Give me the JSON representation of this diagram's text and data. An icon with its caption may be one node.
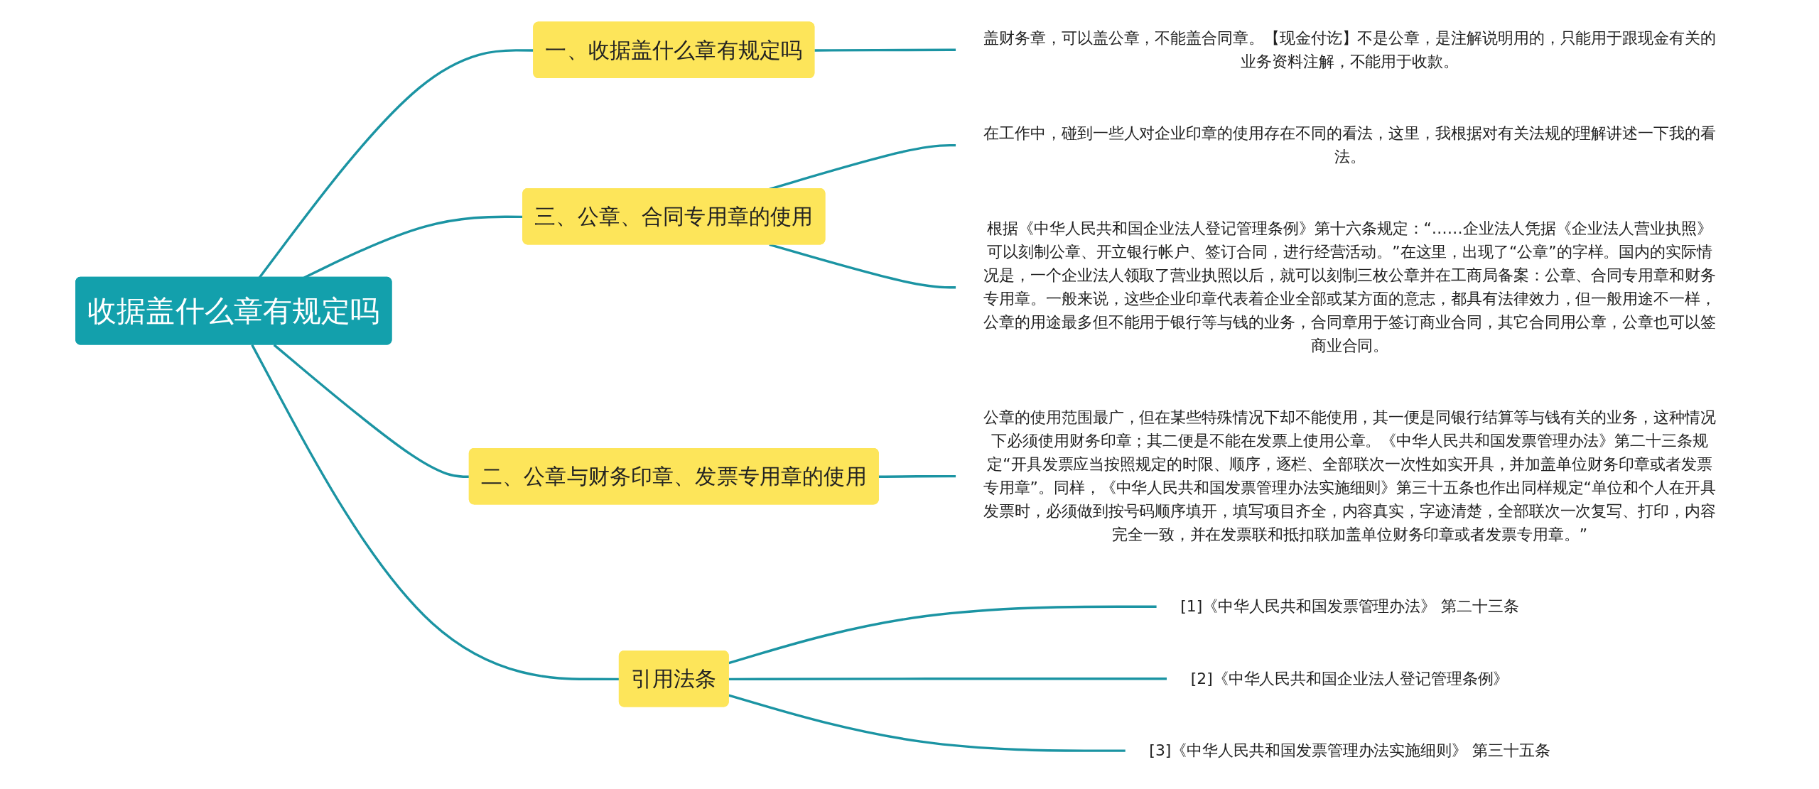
{
  "diagram": {
    "nodes": [
      {
        "text": [
          "收据盖什么章有规定吗"
        ]
      },
      {
        "text": [
          "一、收据盖什么章有规定吗"
        ]
      },
      {
        "text": [
          "盖财务章，可以盖公章，不能盖合同章。【现金付讫】不是公章，是注解说明用的，只能用于跟现金有关的业务资料注解，不能用于收款。"
        ]
      },
      {
        "text": [
          "三、公章、合同专用章的使用"
        ]
      },
      {
        "text": [
          "在工作中，碰到一些人对企业印章的使用存在不同的看法，这里，我根据对有关法规的理解讲述一下我的看法。"
        ]
      },
      {
        "text": [
          "根据《中华人民共和国企业法人登记管理条例》第十六条规定：“……企业法人凭据《企业法人营业执照》可以刻制公章、开立银行帐户、签订合同，进行经营活动。”在这里，出现了“公章”的字样。国内的实际情况是，一个企业法人领取了营业执照以后，就可以刻制三枚公章并在工商局备案：公章、合同专用章和财务专用章。一般来说，这些企业印章代表着企业全部或某方面的意志，都具有法律效力，但一般用途不一样，公章的用途最多但不能用于银行等与钱的业务，合同章用于签订商业合同，其它合同用公章，公章也可以签商业合同。"
        ]
      },
      {
        "text": [
          "二、公章与财务印章、发票专用章的使用"
        ]
      },
      {
        "text": [
          "公章的使用范围最广，但在某些特殊情况下却不能使用，其一便是同银行结算等与钱有关的业务，这种情况下必须使用财务印章；其二便是不能在发票上使用公章。《中华人民共和国发票管理办法》第二十三条规定“开具发票应当按照规定的时限、顺序，逐栏、全部联次一次性如实开具，并加盖单位财务印章或者发票专用章”。同样，《中华人民共和国发票管理办法实施细则》第三十五条也作出同样规定“单位和个人在开具发票时，必须做到按号码顺序填开，填写项目齐全，内容真实，字迹清楚，全部联次一次复写、打印，内容完全一致，并在发票联和抵扣联加盖单位财务印章或者发票专用章。”"
        ]
      },
      {
        "text": [
          "引用法条"
        ]
      },
      {
        "text": [
          "[1]《中华人民共和国发票管理办法》 第二十三条"
        ]
      },
      {
        "text": [
          "[2]《中华人民共和国企业法人登记管理条例》"
        ]
      },
      {
        "text": [
          "[3]《中华人民共和国发票管理办法实施细则》 第三十五条"
        ]
      }
    ],
    "edges": [
      {
        "from": 0,
        "to": 1,
        "arrow": "none"
      },
      {
        "from": 1,
        "to": 2,
        "arrow": "none"
      },
      {
        "from": 0,
        "to": 3,
        "arrow": "none"
      },
      {
        "from": 3,
        "to": 4,
        "arrow": "none"
      },
      {
        "from": 3,
        "to": 5,
        "arrow": "none"
      },
      {
        "from": 0,
        "to": 6,
        "arrow": "none"
      },
      {
        "from": 6,
        "to": 7,
        "arrow": "none"
      },
      {
        "from": 0,
        "to": 8,
        "arrow": "none"
      },
      {
        "from": 8,
        "to": 9,
        "arrow": "none"
      },
      {
        "from": 8,
        "to": 10,
        "arrow": "none"
      },
      {
        "from": 8,
        "to": 11,
        "arrow": "none"
      }
    ]
  }
}
